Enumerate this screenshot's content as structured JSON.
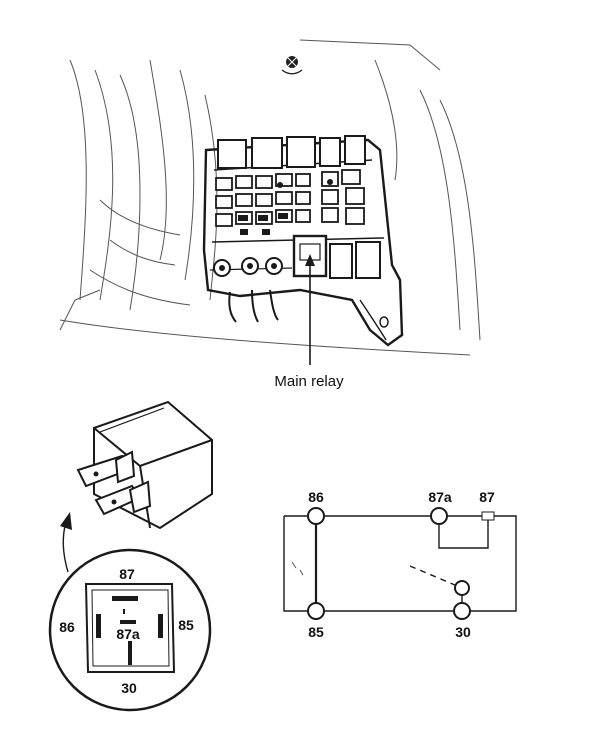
{
  "callout": {
    "main_relay": "Main relay"
  },
  "pinout": {
    "pin_top": "87",
    "pin_left": "86",
    "pin_center": "87a",
    "pin_right": "85",
    "pin_bottom": "30"
  },
  "schematic": {
    "t86": "86",
    "t87a": "87a",
    "t87": "87",
    "t85": "85",
    "t30": "30"
  }
}
